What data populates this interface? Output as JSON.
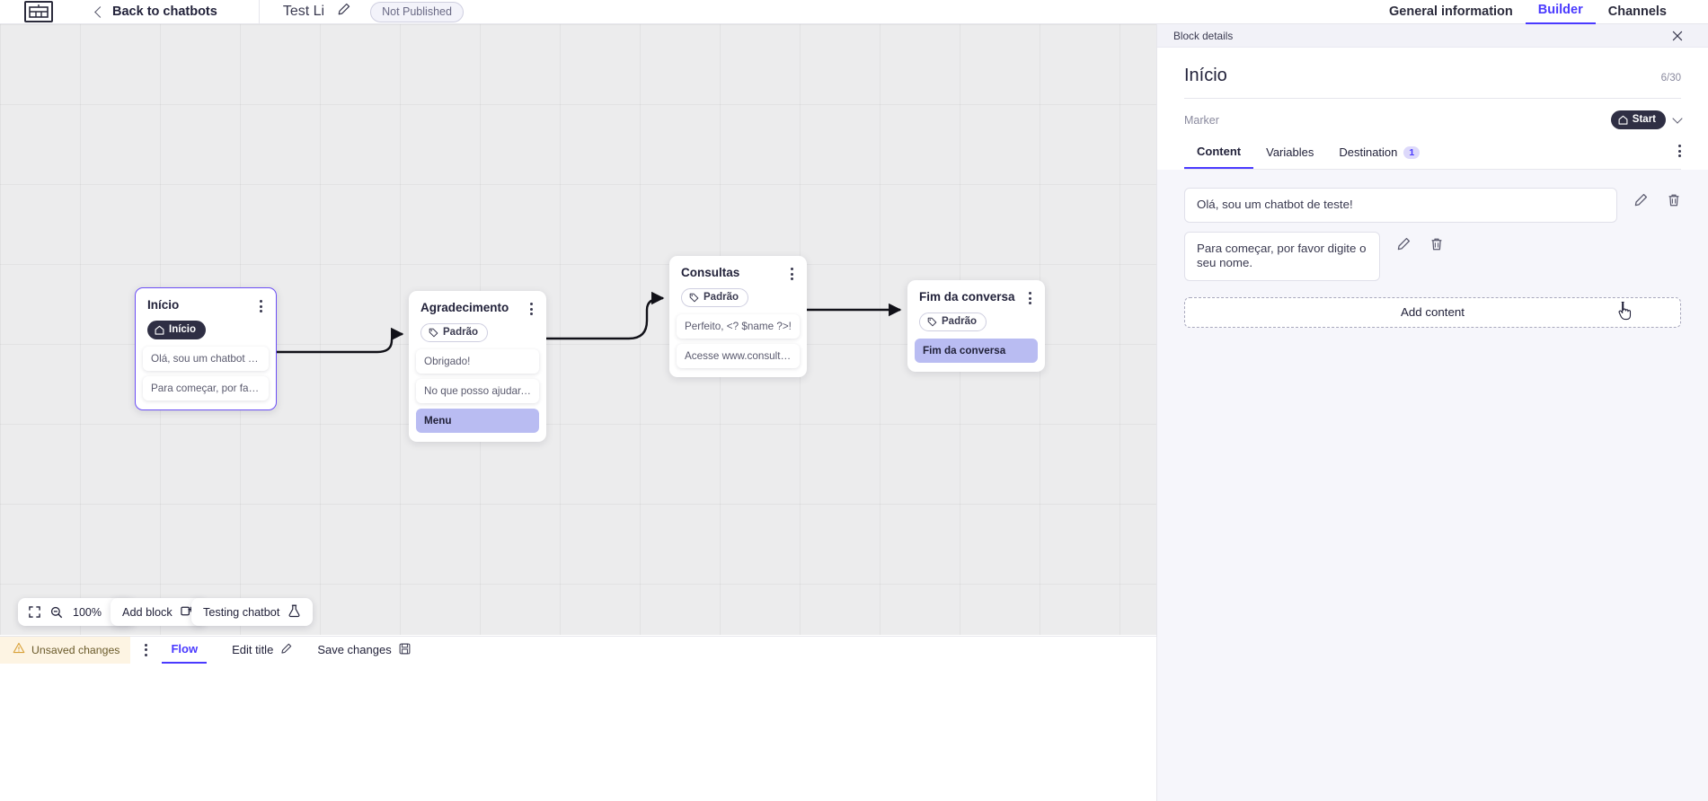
{
  "topbar": {
    "logo_icon": "chatbot-logo-icon",
    "back_label": "Back to chatbots",
    "bot_title": "Test Li",
    "edit_icon": "pencil-icon",
    "status_badge": "Not Published",
    "tabs": [
      {
        "label": "General information",
        "active": false
      },
      {
        "label": "Builder",
        "active": true
      },
      {
        "label": "Channels",
        "active": false
      }
    ]
  },
  "canvas": {
    "zoom_level": "100%",
    "fit_icon": "fit-screen-icon",
    "zoom_out_icon": "zoom-out-icon",
    "zoom_in_icon": "zoom-in-icon",
    "add_block_label": "Add block",
    "add_block_icon": "add-block-icon",
    "testing_label": "Testing chatbot",
    "testing_icon": "flask-icon",
    "nodes": [
      {
        "id": "inicio",
        "title": "Início",
        "selected": true,
        "tag": {
          "label": "Início",
          "type": "start",
          "icon": "home-icon"
        },
        "messages": [
          {
            "text": "Olá, sou um chatbot de teste!",
            "style": "plain"
          },
          {
            "text": "Para começar, por favor digite o ...",
            "style": "plain"
          }
        ]
      },
      {
        "id": "agradecimento",
        "title": "Agradecimento",
        "selected": false,
        "tag": {
          "label": "Padrão",
          "type": "default",
          "icon": "tag-icon"
        },
        "messages": [
          {
            "text": "Obrigado!",
            "style": "plain"
          },
          {
            "text": "No que posso ajudar, <? $name ...",
            "style": "plain"
          },
          {
            "text": "Menu",
            "style": "highlight"
          }
        ]
      },
      {
        "id": "consultas",
        "title": "Consultas",
        "selected": false,
        "tag": {
          "label": "Padrão",
          "type": "default",
          "icon": "tag-icon"
        },
        "messages": [
          {
            "text": "Perfeito, <? $name ?>!",
            "style": "plain"
          },
          {
            "text": "Acesse www.consultas.com par...",
            "style": "plain"
          }
        ]
      },
      {
        "id": "fim",
        "title": "Fim da conversa",
        "selected": false,
        "tag": {
          "label": "Padrão",
          "type": "default",
          "icon": "tag-icon"
        },
        "messages": [
          {
            "text": "Fim da conversa",
            "style": "highlight"
          }
        ]
      }
    ]
  },
  "bottombar": {
    "unsaved_label": "Unsaved changes",
    "warning_icon": "warning-icon",
    "menu_icon": "kebab-icon",
    "tabs": [
      {
        "label": "Flow",
        "active": true
      }
    ],
    "edit_title_label": "Edit title",
    "edit_title_icon": "pencil-icon",
    "save_label": "Save changes",
    "save_icon": "save-icon"
  },
  "panel": {
    "header_label": "Block details",
    "close_icon": "close-icon",
    "title": "Início",
    "counter": "6/30",
    "marker_label": "Marker",
    "marker_value": "Start",
    "marker_icon": "home-icon",
    "marker_chevron": "chevron-down-icon",
    "tabs": [
      {
        "label": "Content",
        "active": true,
        "badge": ""
      },
      {
        "label": "Variables",
        "active": false,
        "badge": ""
      },
      {
        "label": "Destination",
        "active": false,
        "badge": "1"
      }
    ],
    "overflow_icon": "kebab-icon",
    "content_items": [
      {
        "text": "Olá, sou um chatbot de teste!",
        "edit_icon": "pencil-icon",
        "delete_icon": "trash-icon"
      },
      {
        "text": "Para começar, por favor digite o seu nome.",
        "edit_icon": "pencil-icon",
        "delete_icon": "trash-icon"
      }
    ],
    "add_content_label": "Add content"
  },
  "colors": {
    "accent": "#4a3aff",
    "node_selected_border": "#6c4ff6",
    "highlight_msg_bg": "#b9bcf2",
    "start_pill_bg": "#2f2f44",
    "canvas_bg": "#ececed",
    "panel_bg": "#f6f6fb",
    "warning_bg": "#fdf4e3"
  }
}
